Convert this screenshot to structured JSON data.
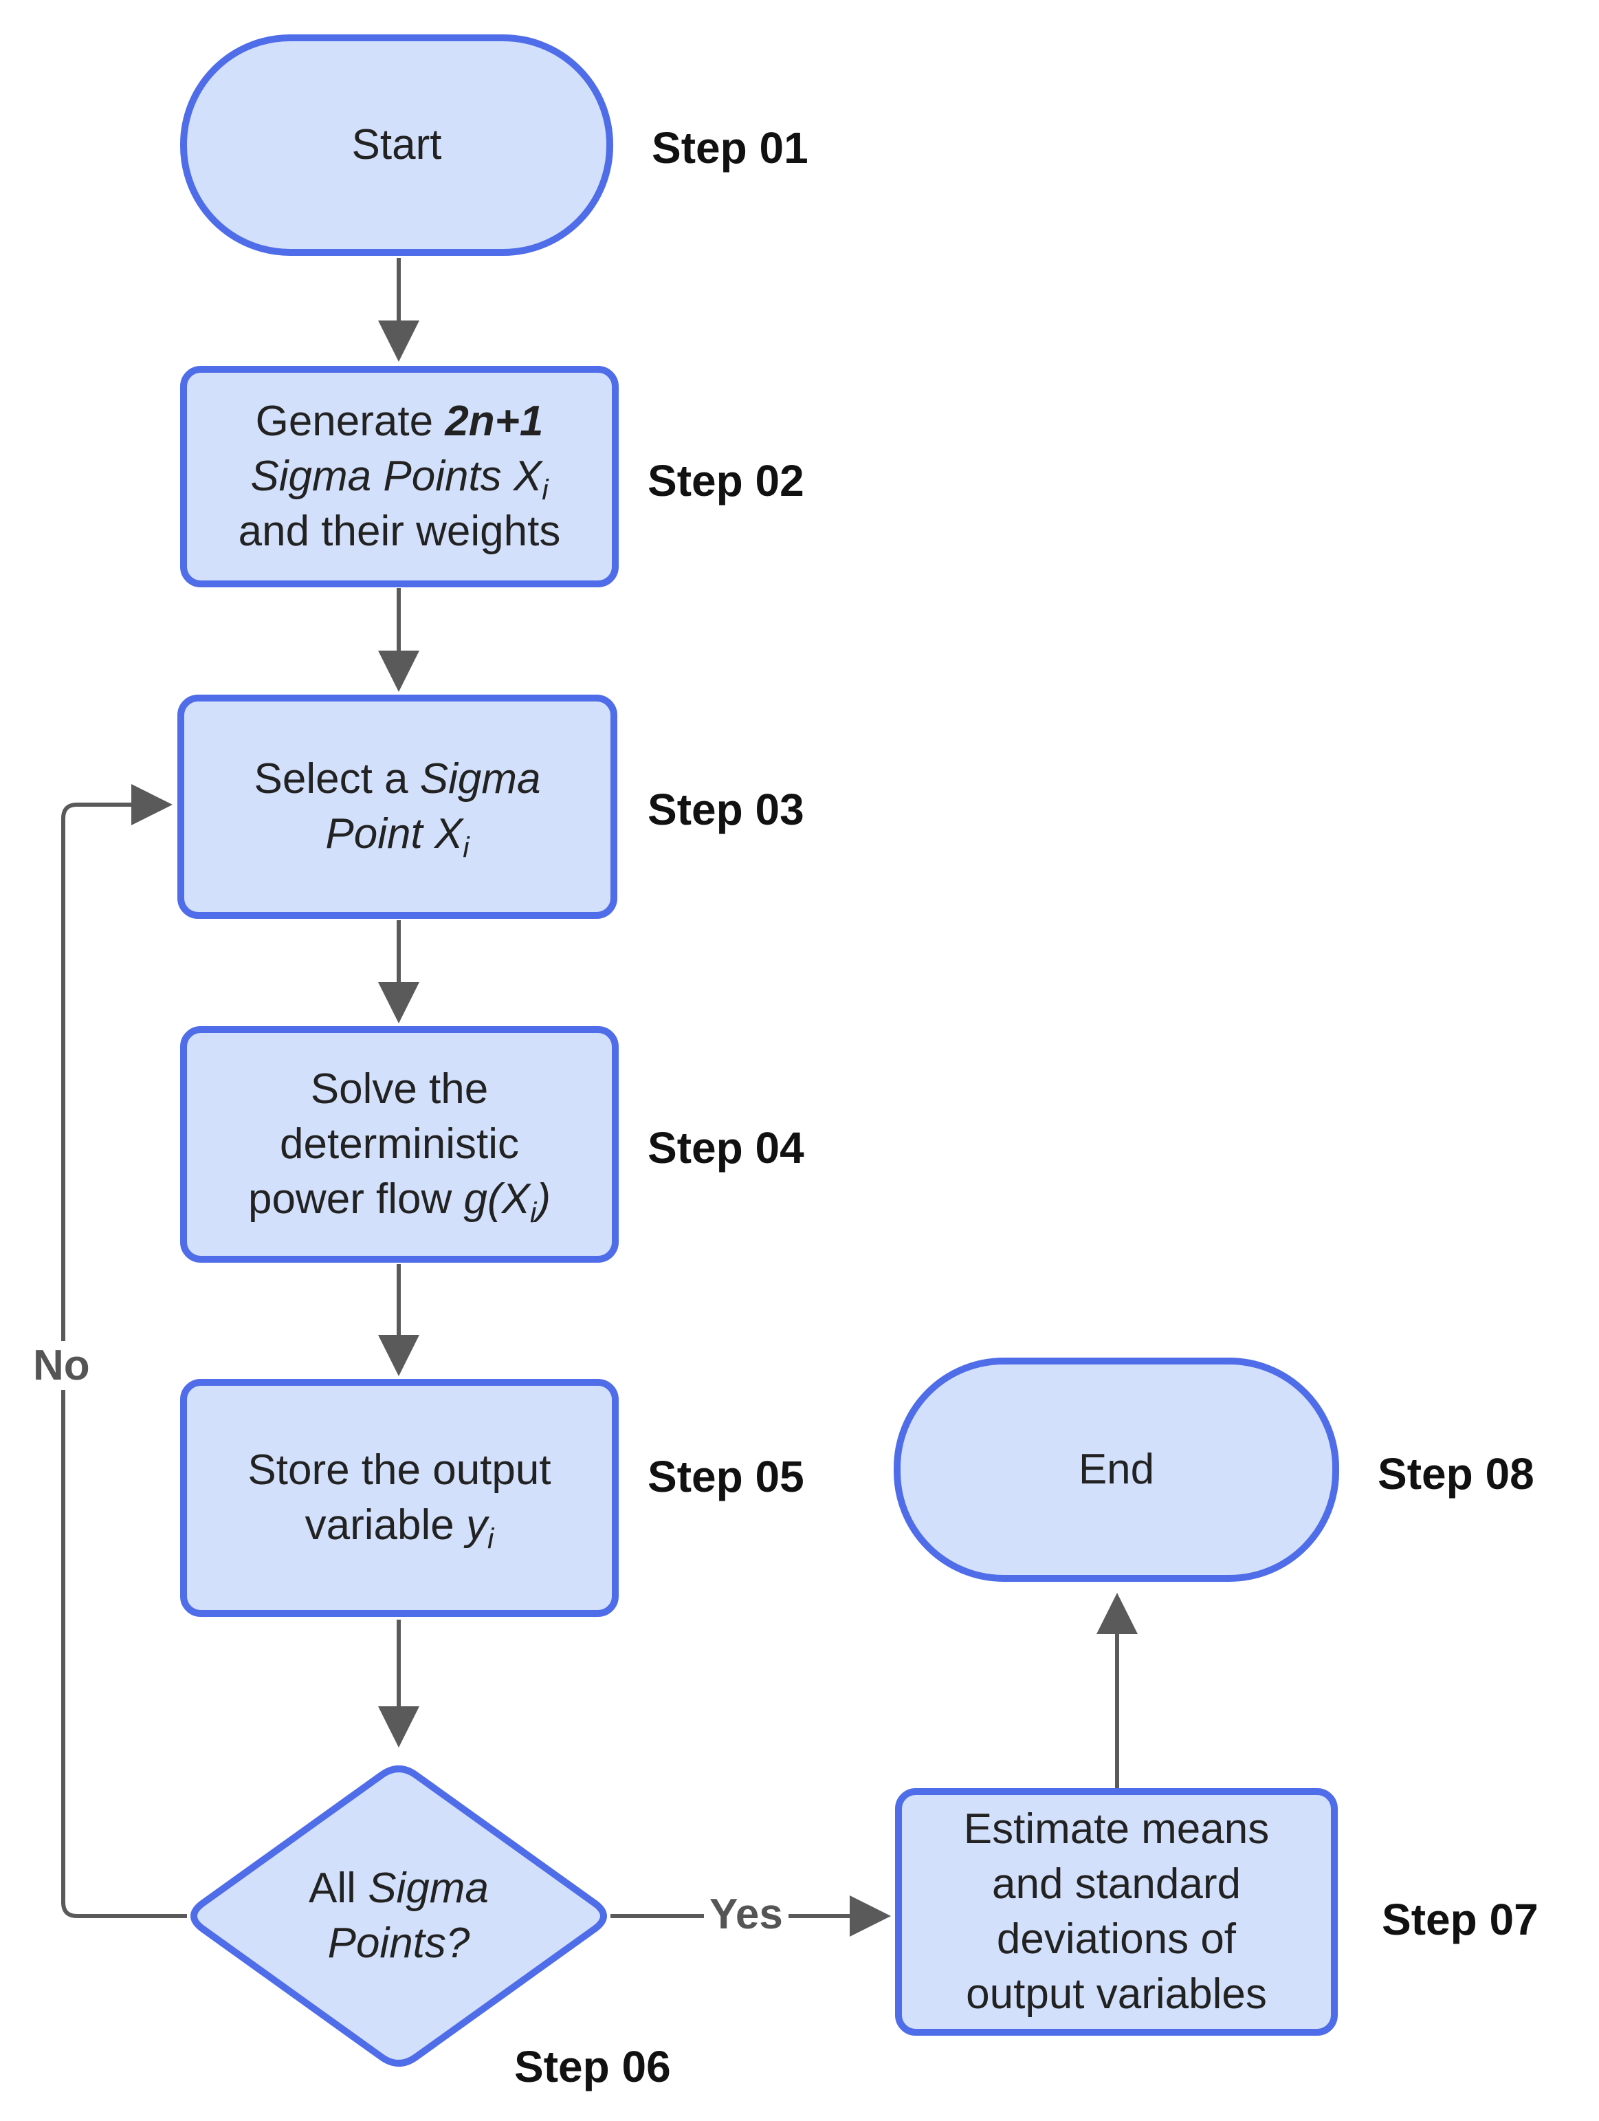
{
  "colors": {
    "node_fill": "#d3e0fb",
    "node_border": "#4f6de8",
    "arrow": "#5a5a5a",
    "text": "#222222"
  },
  "nodes": {
    "start": {
      "text": "Start",
      "step": "Step 01"
    },
    "generate": {
      "line1_prefix": "Generate ",
      "line1_bold": "2n+1",
      "line2_italic": "Sigma Points X",
      "line2_sub": "i",
      "line3": "and their weights",
      "step": "Step 02"
    },
    "select": {
      "line1_prefix": "Select a ",
      "line1_italic": "Sigma",
      "line2_italic": "Point X",
      "line2_sub": "i",
      "step": "Step 03"
    },
    "solve": {
      "line1": "Solve the",
      "line2": "deterministic",
      "line3_prefix": "power flow ",
      "line3_italic": "g(X",
      "line3_sub": "i",
      "line3_close": ")",
      "step": "Step 04"
    },
    "store": {
      "line1": "Store the output",
      "line2_prefix": "variable ",
      "line2_italic": "y",
      "line2_sub": "i",
      "step": "Step 05"
    },
    "decision": {
      "line1_prefix": "All ",
      "line1_italic": "Sigma",
      "line2_italic": "Points?",
      "step": "Step 06"
    },
    "estimate": {
      "line1": "Estimate means",
      "line2": "and standard",
      "line3": "deviations of",
      "line4": "output variables",
      "step": "Step 07"
    },
    "end": {
      "text": "End",
      "step": "Step 08"
    }
  },
  "edge_labels": {
    "yes": "Yes",
    "no": "No"
  }
}
